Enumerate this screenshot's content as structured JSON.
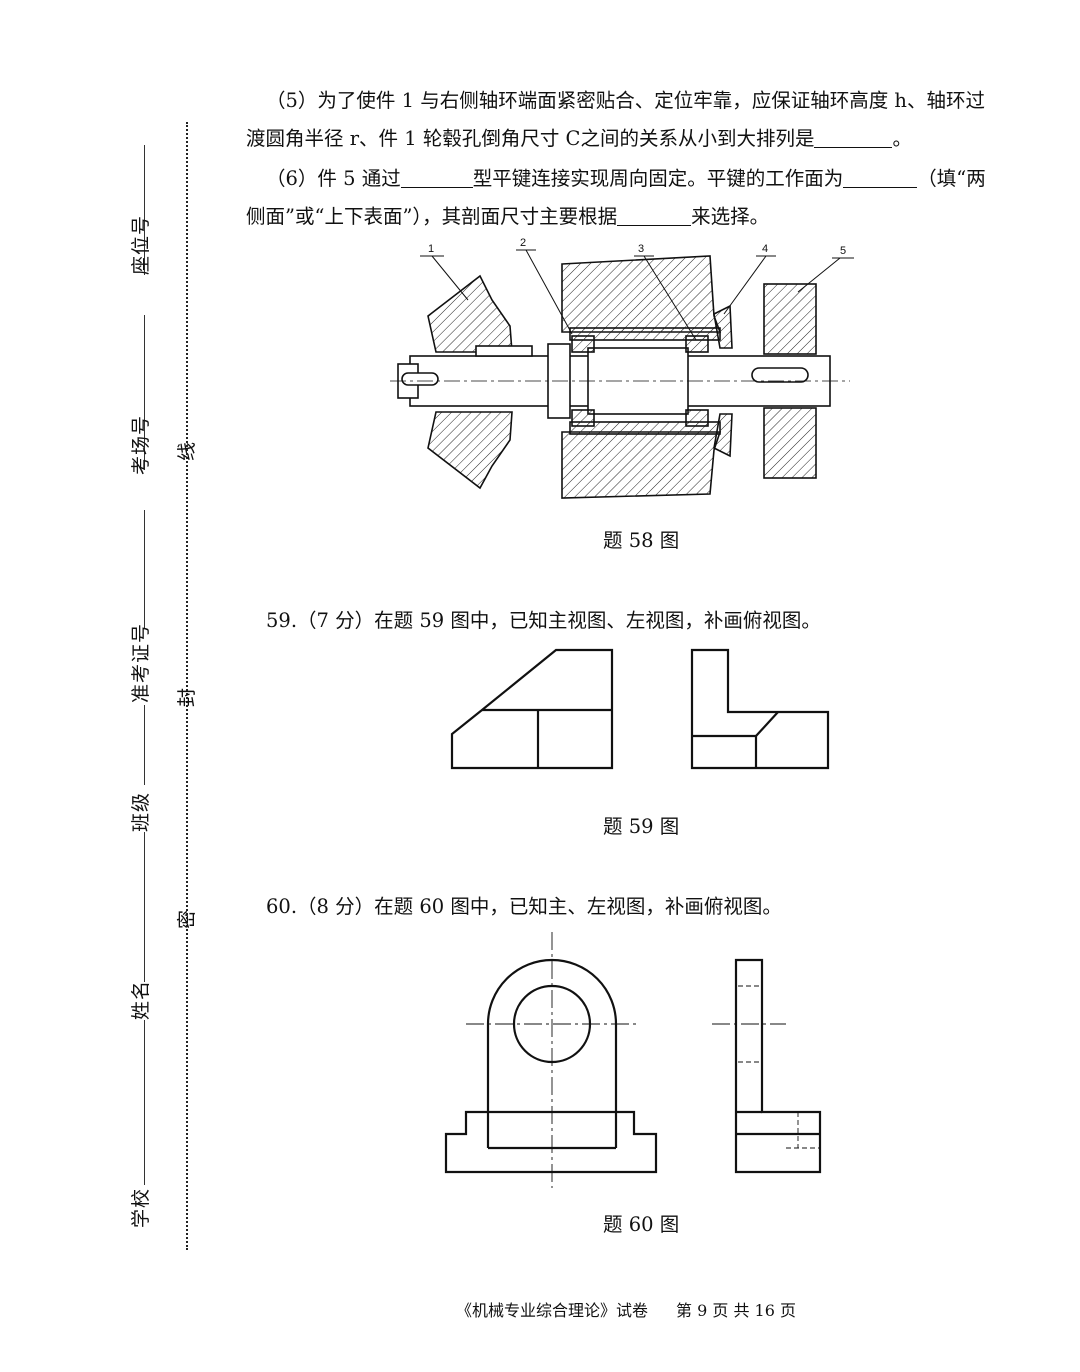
{
  "margin": {
    "fields": [
      {
        "label": "座位号"
      },
      {
        "label": "考场号"
      },
      {
        "label": "准考证号"
      },
      {
        "label": "班级"
      },
      {
        "label": "姓名"
      },
      {
        "label": "学校"
      }
    ],
    "seal_chars": {
      "line": "线",
      "seal": "封",
      "secret": "密"
    }
  },
  "q58": {
    "p5_line1": "（5）为了使件 1 与右侧轴环端面紧密贴合、定位牢靠，应保证轴环高度 h、轴环过",
    "p5_line2a": "渡圆角半径 r、件 1 轮毂孔倒角尺寸 C之间的关系从小到大排列是",
    "p5_line2b": "。",
    "p6_line1a": "（6）件 5 通过",
    "p6_line1b": "型平键连接实现周向固定。平键的工作面为",
    "p6_line1c": "（填“两",
    "p6_line2a": "侧面”或“上下表面”），其剖面尺寸主要根据",
    "p6_line2b": "来选择。",
    "part_labels": [
      "1",
      "2",
      "3",
      "4",
      "5"
    ],
    "caption": "题 58 图"
  },
  "q59": {
    "text": "59.（7 分）在题 59 图中，已知主视图、左视图，补画俯视图。",
    "caption": "题 59 图"
  },
  "q60": {
    "text": "60.（8 分）在题 60 图中，已知主、左视图，补画俯视图。",
    "caption": "题 60 图"
  },
  "footer": {
    "title": "《机械专业综合理论》试卷",
    "page": "第 9 页 共 16 页"
  }
}
